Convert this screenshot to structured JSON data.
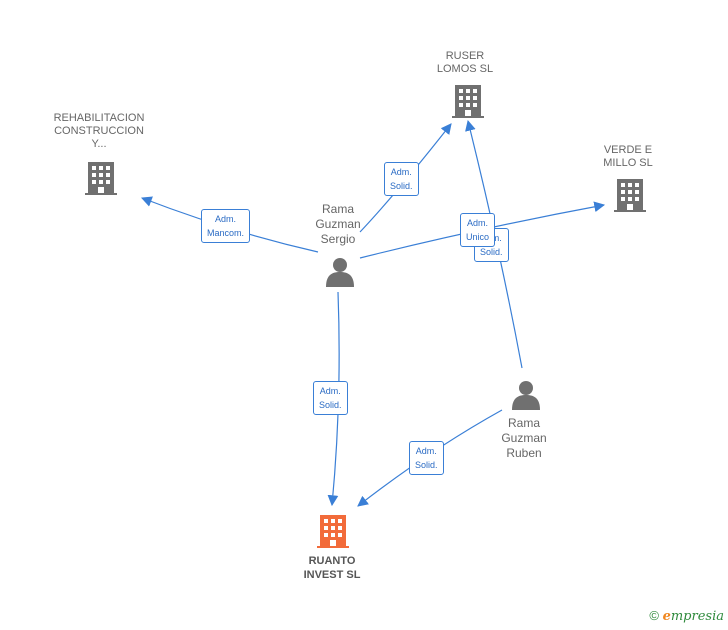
{
  "nodes": {
    "ruser": {
      "name": "RUSER\nLOMOS  SL"
    },
    "rehab": {
      "name": "REHABILITACION\nCONSTRUCCION\nY..."
    },
    "verde": {
      "name": "VERDE E\nMILLO  SL"
    },
    "sergio": {
      "name": "Rama\nGuzman\nSergio"
    },
    "ruben": {
      "name": "Rama\nGuzman\nRuben"
    },
    "ruanto": {
      "name": "RUANTO\nINVEST  SL"
    }
  },
  "edges": {
    "sergio_ruser": "Adm.\nSolid.",
    "sergio_rehab": "Adm.\nMancom.",
    "sergio_verde": "Adm.\nUnico",
    "ruben_ruser": "Adm.\nSolid.",
    "sergio_ruanto": "Adm.\nSolid.",
    "ruben_ruanto": "Adm.\nSolid."
  },
  "colors": {
    "edge": "#3a7fd6",
    "company": "#707070",
    "focus_company": "#f26b3a",
    "person": "#707070"
  },
  "footer": {
    "copyright": "©",
    "brand_initial": "e",
    "brand_rest": "mpresia"
  }
}
